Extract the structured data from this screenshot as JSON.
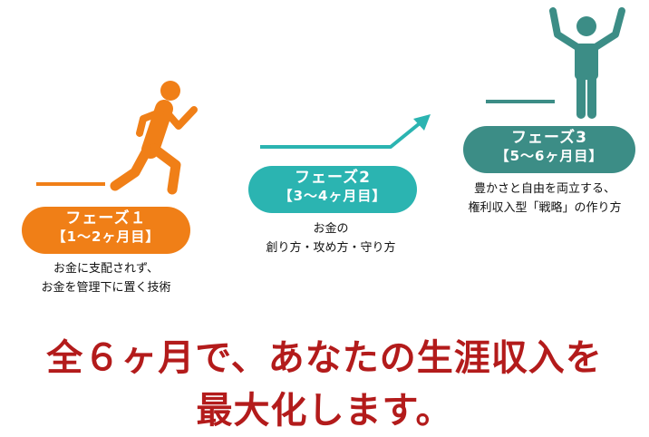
{
  "colors": {
    "phase1": "#f07f17",
    "phase2": "#2bb4b1",
    "phase3": "#3c8d86",
    "headline": "#b31b1b"
  },
  "icons": {
    "phase1": "running-person-icon",
    "phase2": "rising-arrow-icon",
    "phase3": "arms-raised-person-icon"
  },
  "phases": [
    {
      "title": "フェーズ１",
      "period": "【1〜2ヶ月目】",
      "desc_line1": "お金に支配されず、",
      "desc_line2": "お金を管理下に置く技術"
    },
    {
      "title": "フェーズ2",
      "period": "【3〜4ヶ月目】",
      "desc_line1": "お金の",
      "desc_line2": "創り方・攻め方・守り方"
    },
    {
      "title": "フェーズ3",
      "period": "【5〜6ヶ月目】",
      "desc_line1": "豊かさと自由を両立する、",
      "desc_line2": "権利収入型「戦略」の作り方"
    }
  ],
  "headline": {
    "line1": "全６ヶ月で、あなたの生涯収入を",
    "line2": "最大化します。"
  }
}
